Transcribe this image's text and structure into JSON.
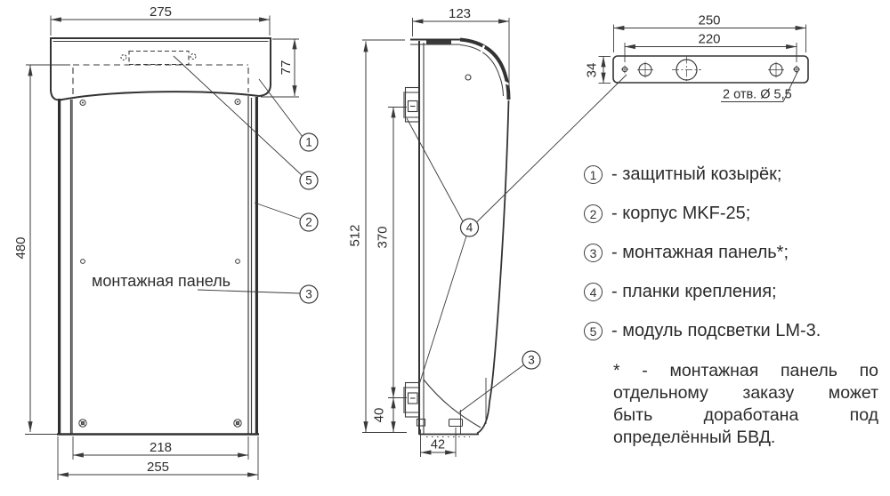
{
  "views": {
    "front": {
      "panel_label": "монтажная панель",
      "dims": {
        "width": "275",
        "canopy_height": "77",
        "height": "480",
        "panel_width": "218",
        "body_width": "255"
      }
    },
    "side": {
      "dims": {
        "depth": "123",
        "height": "512",
        "bracket_span": "370",
        "bracket_bottom_offset": "40",
        "foot_offset": "42"
      }
    },
    "plate": {
      "dims": {
        "length": "250",
        "hole_spacing": "220",
        "width": "34"
      },
      "holes_note": "2 отв. Ø 5,5"
    },
    "callouts": {
      "n1": "1",
      "n2": "2",
      "n3": "3",
      "n4": "4",
      "n5": "5"
    }
  },
  "legend": {
    "items": [
      {
        "num": "1",
        "text": "- защитный козырёк;"
      },
      {
        "num": "2",
        "text": "- корпус MKF-25;"
      },
      {
        "num": "3",
        "text": "- монтажная панель*;"
      },
      {
        "num": "4",
        "text": "- планки крепления;"
      },
      {
        "num": "5",
        "text": "- модуль подсветки LM-3."
      }
    ]
  },
  "footnote": {
    "lines": [
      "* - монтажная панель по",
      "отдельному заказу может",
      "быть доработана под",
      "определённый БВД."
    ]
  }
}
